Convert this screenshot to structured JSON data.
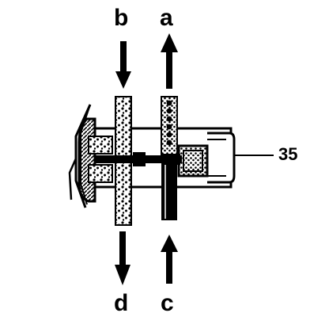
{
  "labels": {
    "top_left": "b",
    "top_right": "a",
    "bottom_left": "d",
    "bottom_right": "c",
    "callout": "35"
  },
  "colors": {
    "ink": "#000000",
    "paper": "#ffffff"
  }
}
